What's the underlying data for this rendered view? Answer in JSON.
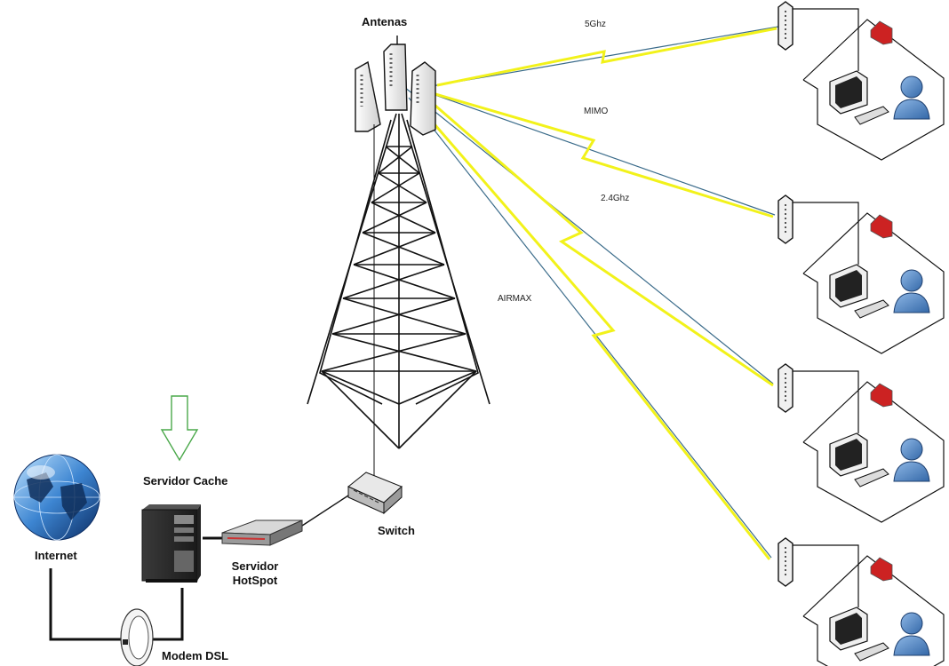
{
  "labels": {
    "antennas": "Antenas",
    "internet": "Internet",
    "cache_server": "Servidor Cache",
    "hotspot_server": "Servidor\nHotSpot",
    "switch": "Switch",
    "modem": "Modem DSL"
  },
  "link_labels": {
    "band_5ghz": "5Ghz",
    "mimo": "MIMO",
    "band_24ghz": "2.4Ghz",
    "airmax": "AIRMAX"
  },
  "colors": {
    "wireless_link": "#f2f21a",
    "beam_line": "#3a6b8a",
    "cable": "#111111",
    "download_arrow": "#4aa84a",
    "house_roof_marker": "#cc2222",
    "user_avatar": "#4f86c6"
  },
  "clients": [
    "house-1",
    "house-2",
    "house-3",
    "house-4"
  ]
}
